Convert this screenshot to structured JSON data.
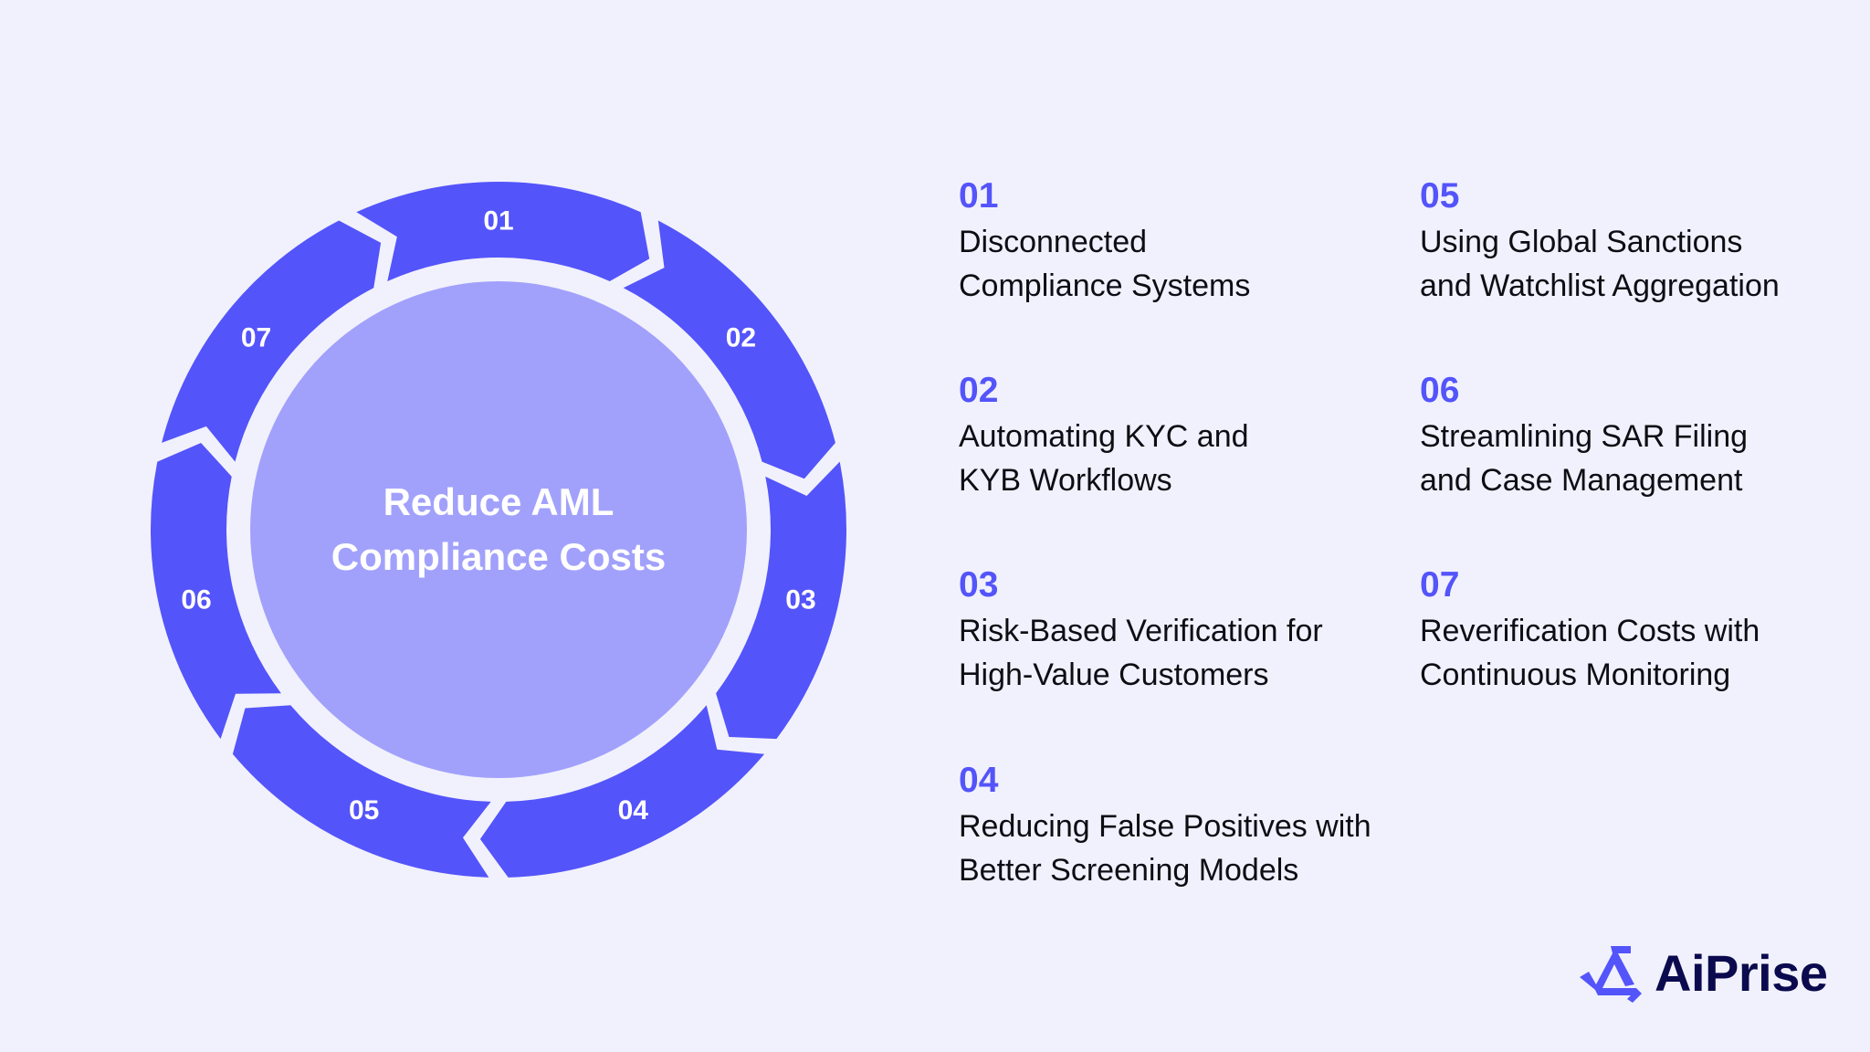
{
  "diagram": {
    "center_title": "Reduce AML\nCompliance Costs",
    "center_title_lines": [
      "Reduce AML",
      "Compliance Costs"
    ],
    "segments": [
      "01",
      "02",
      "03",
      "04",
      "05",
      "06",
      "07"
    ],
    "colors": {
      "segment": "#5454fb",
      "center_disc": "#a1a1fc",
      "background": "#f1f1fd",
      "number_accent": "#5454fb",
      "text": "#0d0d14",
      "logo_text": "#0b0a4e"
    }
  },
  "items": [
    {
      "num": "01",
      "desc": "Disconnected\nCompliance Systems"
    },
    {
      "num": "02",
      "desc": "Automating KYC and\nKYB Workflows"
    },
    {
      "num": "03",
      "desc": "Risk-Based Verification for\nHigh-Value Customers"
    },
    {
      "num": "04",
      "desc": "Reducing False Positives with\nBetter Screening Models"
    },
    {
      "num": "05",
      "desc": "Using Global Sanctions\nand Watchlist Aggregation"
    },
    {
      "num": "06",
      "desc": "Streamlining SAR Filing\nand Case Management"
    },
    {
      "num": "07",
      "desc": "Reverification Costs with\nContinuous Monitoring"
    }
  ],
  "logo": {
    "text": "AiPrise",
    "icon": "aiprise-logo-icon"
  }
}
